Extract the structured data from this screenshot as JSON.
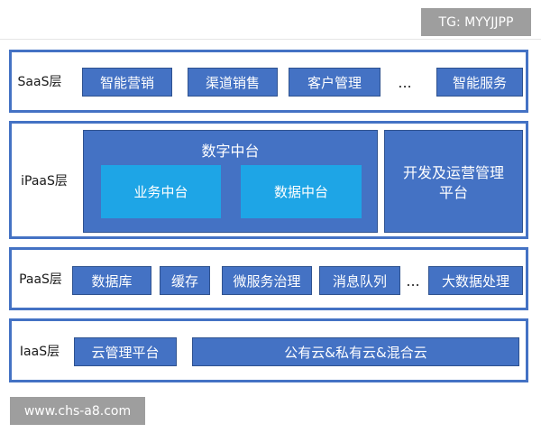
{
  "watermarks": {
    "top": "TG: MYYJJPP",
    "bottom": "www.chs-a8.com"
  },
  "saas": {
    "label": "SaaS层",
    "items": [
      "智能营销",
      "渠道销售",
      "客户管理",
      "智能服务"
    ],
    "ellipsis": "..."
  },
  "ipaas": {
    "label": "iPaaS层",
    "digital_center": {
      "title": "数字中台",
      "business": "业务中台",
      "data": "数据中台"
    },
    "devops": "开发及运营管理平台"
  },
  "paas": {
    "label": "PaaS层",
    "items": [
      "数据库",
      "缓存",
      "微服务治理",
      "消息队列",
      "大数据处理"
    ],
    "ellipsis": "..."
  },
  "iaas": {
    "label": "IaaS层",
    "items": [
      "云管理平台",
      "公有云&私有云&混合云"
    ]
  }
}
